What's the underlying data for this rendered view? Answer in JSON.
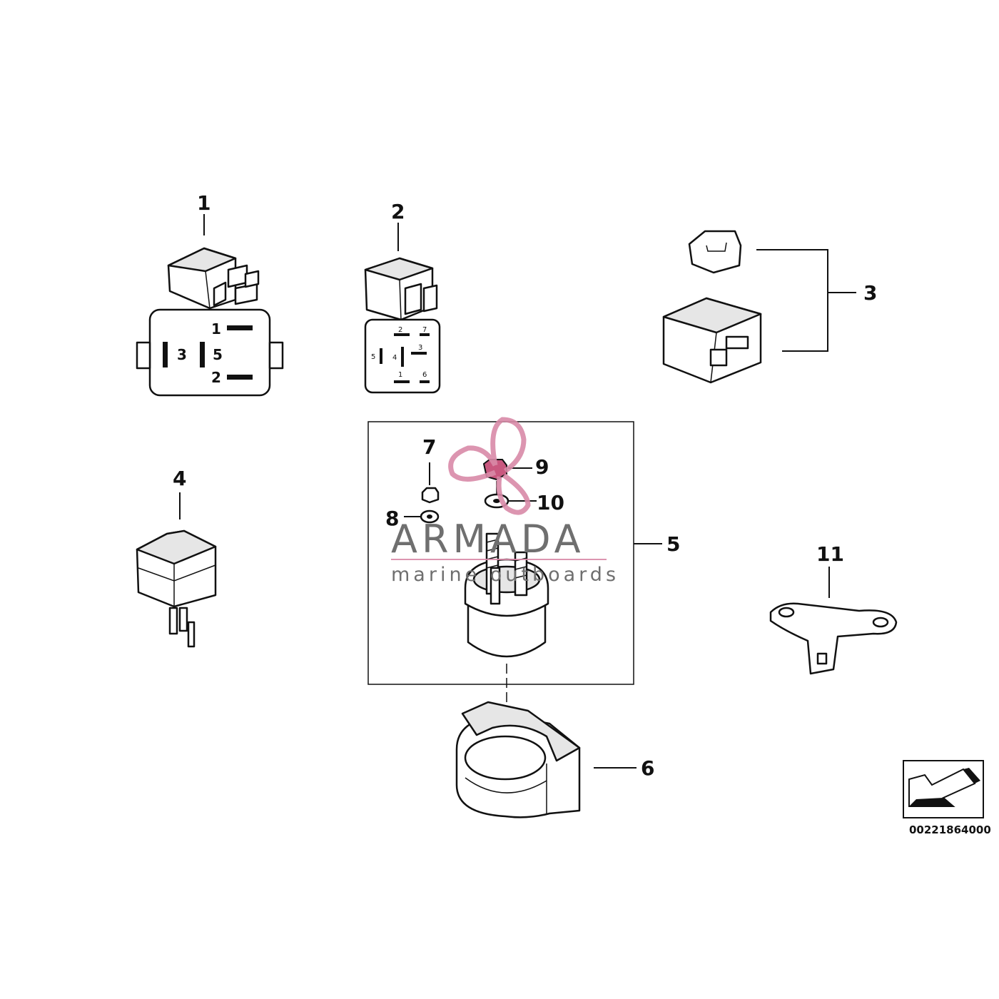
{
  "parts": [
    {
      "number": "1"
    },
    {
      "number": "2"
    },
    {
      "number": "3"
    },
    {
      "number": "4"
    },
    {
      "number": "5"
    },
    {
      "number": "6"
    },
    {
      "number": "7"
    },
    {
      "number": "8"
    },
    {
      "number": "9"
    },
    {
      "number": "10"
    },
    {
      "number": "11"
    }
  ],
  "relay1_pins": [
    "1",
    "3",
    "5",
    "2"
  ],
  "relay2_pins": [
    "2",
    "7",
    "5",
    "4",
    "3",
    "1",
    "6"
  ],
  "diagram_code": "00221864000",
  "watermark": {
    "title": "ARMADA",
    "subtitle": "marine outboards",
    "accent_color": "#d98aa8",
    "text_color": "#6f6f6f"
  }
}
